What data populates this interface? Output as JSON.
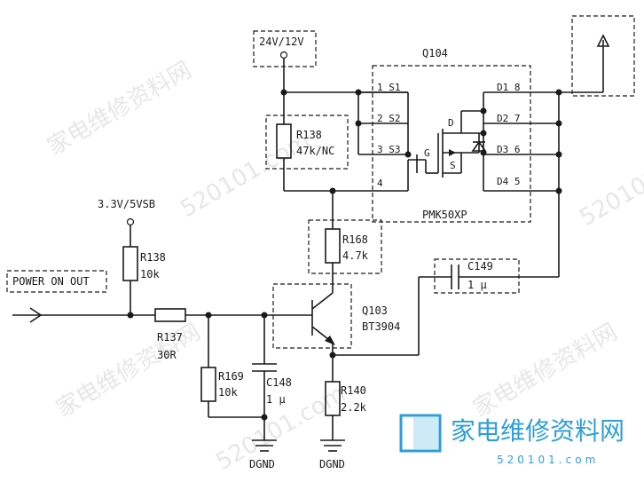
{
  "nets": {
    "supply_top": "24V/12V",
    "supply_left": "3.3V/5VSB",
    "input": "POWER ON OUT"
  },
  "mosfet": {
    "ref": "Q104",
    "part": "PMK50XP",
    "pins": {
      "s1": "1 S1",
      "s2": "2 S2",
      "s3": "3 S3",
      "g_num": "4",
      "d1": "D1 8",
      "d2": "D2 7",
      "d3": "D3 6",
      "d4": "D4 5",
      "g": "G",
      "d": "D",
      "s": "S"
    }
  },
  "r138_top": {
    "ref": "R138",
    "value": "47k/NC"
  },
  "r138_left": {
    "ref": "R138",
    "value": "10k"
  },
  "r137": {
    "ref": "R137",
    "value": "30R"
  },
  "r168": {
    "ref": "R168",
    "value": "4.7k"
  },
  "r169": {
    "ref": "R169",
    "value": "10k"
  },
  "r140": {
    "ref": "R140",
    "value": "2.2k"
  },
  "c148": {
    "ref": "C148",
    "value": "1 μ"
  },
  "c149": {
    "ref": "C149",
    "value": "1 μ"
  },
  "q103": {
    "ref": "Q103",
    "part": "BT3904"
  },
  "grounds": {
    "g1": "DGND",
    "g2": "DGND"
  },
  "watermark": {
    "site_cn": "家电维修资料网",
    "site_num": "520101.com"
  },
  "logo": {
    "name": "家电维修资料网",
    "url": "520101.com"
  }
}
